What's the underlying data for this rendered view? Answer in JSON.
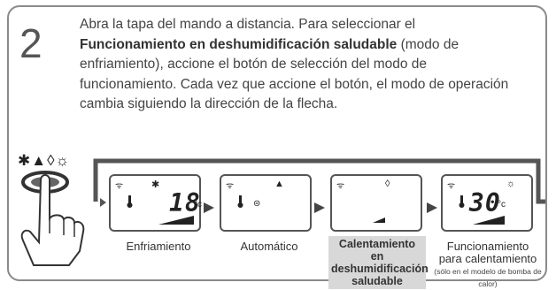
{
  "step": "2",
  "instructions": {
    "p1": "Abra la tapa del mando a distancia. Para seleccionar el",
    "bold": "Funcionamiento en deshumidificación saludable",
    "p2": " (modo de enfriamiento), accione el botón de selección del modo de funcionamiento. Cada vez que accione el botón, el modo de operación cambia siguiendo la dirección de la flecha."
  },
  "mode_icons": "✱▲◊☼",
  "displays": [
    {
      "mode_icon": "✱",
      "temp": "18",
      "unit": "°c",
      "caption": "Enfriamiento"
    },
    {
      "mode_icon": "▲",
      "temp": "",
      "unit": "",
      "symbol": "⊜",
      "caption": "Automático"
    },
    {
      "mode_icon": "◊",
      "temp": "",
      "unit": "",
      "caption_lines": [
        "Calentamiento en",
        "deshumidificación",
        "saludable"
      ]
    },
    {
      "mode_icon": "☼",
      "temp": "30",
      "unit": "°c",
      "caption_lines": [
        "Funcionamiento",
        "para calentamiento"
      ],
      "note": "(sólo en el modelo de bomba de calor)"
    }
  ],
  "wifi_icon": "ᯤ"
}
